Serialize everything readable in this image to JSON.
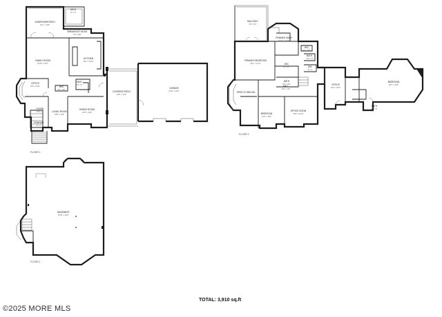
{
  "floors": {
    "floor1_label": "FLOOR 1",
    "floor2_label": "FLOOR 2",
    "basement_label": "FLOOR 1"
  },
  "rooms": {
    "sunroom": {
      "name": "SUNROOM/PORCH",
      "dim": "13'1\" x 12'9\""
    },
    "deck": {
      "name": "DECK",
      "dim": "11' x 9'"
    },
    "breakfast": {
      "name": "BREAKFAST NOOK",
      "dim": "9'6\" x 8'8\""
    },
    "family": {
      "name": "FAMILY ROOM",
      "dim": "18'10\" x 16'6\""
    },
    "kitchen": {
      "name": "KITCHEN",
      "dim": "16'2\" x 11'10\""
    },
    "office1": {
      "name": "OFFICE",
      "dim": "11'9\" x 9'10\""
    },
    "wic1": {
      "name": "WIC",
      "dim": "4'9\" x 3'8\""
    },
    "mud": {
      "name": "MUD",
      "dim": "7'4\" x 5'"
    },
    "foyer": {
      "name": "FOYER",
      "dim": "12'6\" x 9'"
    },
    "living": {
      "name": "LIVING ROOM",
      "dim": "13'8\" x 12'8\""
    },
    "dining": {
      "name": "DINING ROOM",
      "dim": "13'8\" x 12'9\""
    },
    "powder": {
      "name": "POWDER",
      "dim": "5' x 4'"
    },
    "covered": {
      "name": "COVERED PATIO",
      "dim": "18'6\" x 14'9\""
    },
    "garage": {
      "name": "GARAGE",
      "dim": "22'11\" x 22'6\""
    },
    "balcony": {
      "name": "BALCONY",
      "dim": "9'4\" x 9'3\""
    },
    "primary_bath": {
      "name": "PRIMARY BATH",
      "dim": "12'10\" x 12'10\""
    },
    "primary_bed": {
      "name": "PRIMARY BEDROOM",
      "dim": "19'1\" x 17'11\""
    },
    "wic2": {
      "name": "WIC",
      "dim": "9'3\" x 5'8\""
    },
    "bath2": {
      "name": "BATH",
      "dim": "7'10\" x 5'"
    },
    "wic3": {
      "name": "WIC",
      "dim": "5' x 4'"
    },
    "wic4": {
      "name": "WIC",
      "dim": "6'2\" x 4'"
    },
    "bath3": {
      "name": "BATH",
      "dim": "9'6\" x 6'8\""
    },
    "office2": {
      "name": "OFFICE",
      "dim": "10'4\" x 9'10\""
    },
    "bedroom_big": {
      "name": "BEDROOM",
      "dim": "20'1\" x 14'5\""
    },
    "bath4": {
      "name": "BATH",
      "dim": "8'2\" x 5'"
    },
    "open_below": {
      "name": "OPEN TO BELOW",
      "dim": ""
    },
    "hall": {
      "name": "HALL",
      "dim": "13'1\" x 9'4\""
    },
    "bedroom2": {
      "name": "BEDROOM",
      "dim": "13'6\" x 11'8\""
    },
    "bedroom3": {
      "name": "OFFICE ROOM",
      "dim": "12'6\" x 11'10\""
    },
    "basement": {
      "name": "BASEMENT",
      "dim": "53'11\" x 38'1\""
    }
  },
  "total": "TOTAL: 3,910 sq.ft",
  "watermark": "©2025 MORE MLS",
  "colors": {
    "wall": "#1c1c1c",
    "background": "#ffffff"
  }
}
